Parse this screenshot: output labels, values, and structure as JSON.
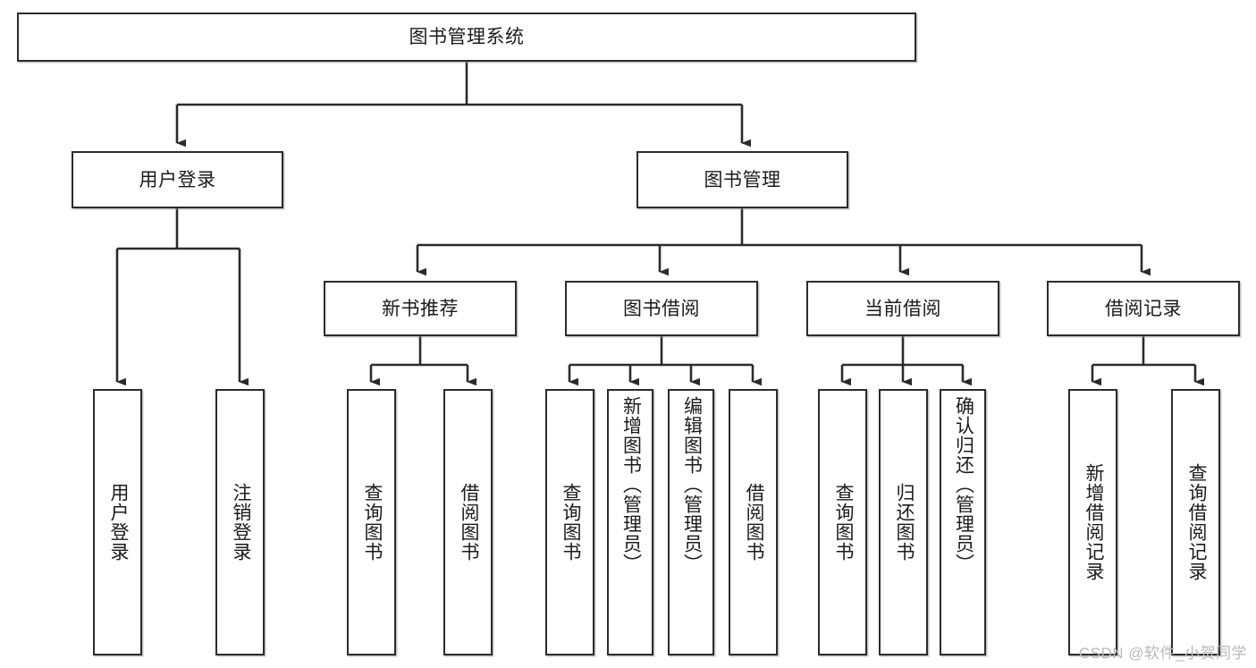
{
  "diagram": {
    "type": "hierarchy-tree",
    "title": "图书管理系统",
    "orientation": "top-down",
    "watermark": "CSDN @软件_小贺同学",
    "colors": {
      "box_border": "#2b2b2b",
      "box_fill": "#ffffff",
      "connector": "#2b2b2b",
      "text": "#1b1b1b",
      "watermark": "#b9b9b9"
    },
    "levels": [
      {
        "level": 1,
        "nodes": [
          {
            "id": "root",
            "label": "图书管理系统",
            "text_direction": "horizontal"
          }
        ]
      },
      {
        "level": 2,
        "nodes": [
          {
            "id": "user-login",
            "label": "用户登录",
            "text_direction": "horizontal",
            "parent": "root"
          },
          {
            "id": "book-mgmt",
            "label": "图书管理",
            "text_direction": "horizontal",
            "parent": "root"
          }
        ]
      },
      {
        "level": 3,
        "nodes": [
          {
            "id": "new-book-rec",
            "label": "新书推荐",
            "text_direction": "horizontal",
            "parent": "book-mgmt"
          },
          {
            "id": "book-borrow",
            "label": "图书借阅",
            "text_direction": "horizontal",
            "parent": "book-mgmt"
          },
          {
            "id": "current-borrow",
            "label": "当前借阅",
            "text_direction": "horizontal",
            "parent": "book-mgmt"
          },
          {
            "id": "borrow-record",
            "label": "借阅记录",
            "text_direction": "horizontal",
            "parent": "book-mgmt"
          }
        ]
      },
      {
        "level": 4,
        "nodes": [
          {
            "id": "leaf-user-login",
            "label": "用户登录",
            "text_direction": "vertical",
            "parent": "user-login"
          },
          {
            "id": "leaf-user-logout",
            "label": "注销登录",
            "text_direction": "vertical",
            "parent": "user-login"
          },
          {
            "id": "leaf-rec-query",
            "label": "查询图书",
            "text_direction": "vertical",
            "parent": "new-book-rec"
          },
          {
            "id": "leaf-rec-borrow",
            "label": "借阅图书",
            "text_direction": "vertical",
            "parent": "new-book-rec"
          },
          {
            "id": "leaf-bb-query",
            "label": "查询图书",
            "text_direction": "vertical",
            "parent": "book-borrow"
          },
          {
            "id": "leaf-bb-add",
            "label": "新增图书（管理员）",
            "text_direction": "vertical",
            "parent": "book-borrow"
          },
          {
            "id": "leaf-bb-edit",
            "label": "编辑图书（管理员）",
            "text_direction": "vertical",
            "parent": "book-borrow"
          },
          {
            "id": "leaf-bb-borrow",
            "label": "借阅图书",
            "text_direction": "vertical",
            "parent": "book-borrow"
          },
          {
            "id": "leaf-cb-query",
            "label": "查询图书",
            "text_direction": "vertical",
            "parent": "current-borrow"
          },
          {
            "id": "leaf-cb-return",
            "label": "归还图书",
            "text_direction": "vertical",
            "parent": "current-borrow"
          },
          {
            "id": "leaf-cb-confirm",
            "label": "确认归还（管理员）",
            "text_direction": "vertical",
            "parent": "current-borrow"
          },
          {
            "id": "leaf-br-add",
            "label": "新增借阅记录",
            "text_direction": "vertical",
            "parent": "borrow-record"
          },
          {
            "id": "leaf-br-query",
            "label": "查询借阅记录",
            "text_direction": "vertical",
            "parent": "borrow-record"
          }
        ]
      }
    ]
  }
}
